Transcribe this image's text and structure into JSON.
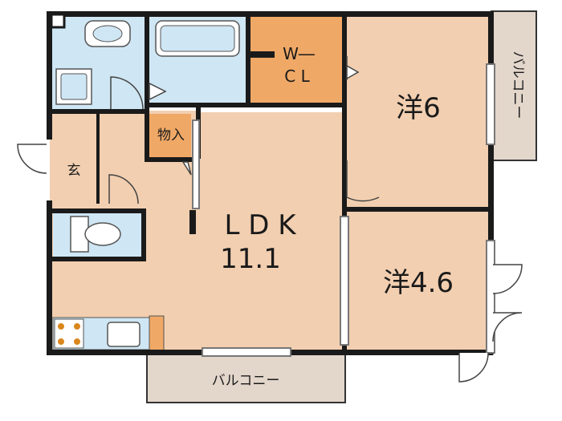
{
  "rooms": {
    "western_a": "洋6",
    "western_b": "洋4.6",
    "ldk_line1": "L D K",
    "ldk_line2": "11.1",
    "walkin_line1": "W―",
    "walkin_line2": "C L",
    "storage": "物入",
    "entrance": "玄"
  },
  "balconies": {
    "east": "バルコニー",
    "south": "バルコニー"
  },
  "colors": {
    "floor_beige": "#f2cfb0",
    "wet_blue": "#cfe6f4",
    "closet_orange": "#f0a866",
    "balcony_gray": "#e3d6cb",
    "entrance_gray": "#dedede",
    "wall": "#1a1a1a"
  },
  "fixture_icons": [
    "bathtub-icon",
    "washbasin-icon",
    "washing-machine-icon",
    "toilet-icon",
    "stove-icon",
    "kitchen-sink-icon"
  ]
}
